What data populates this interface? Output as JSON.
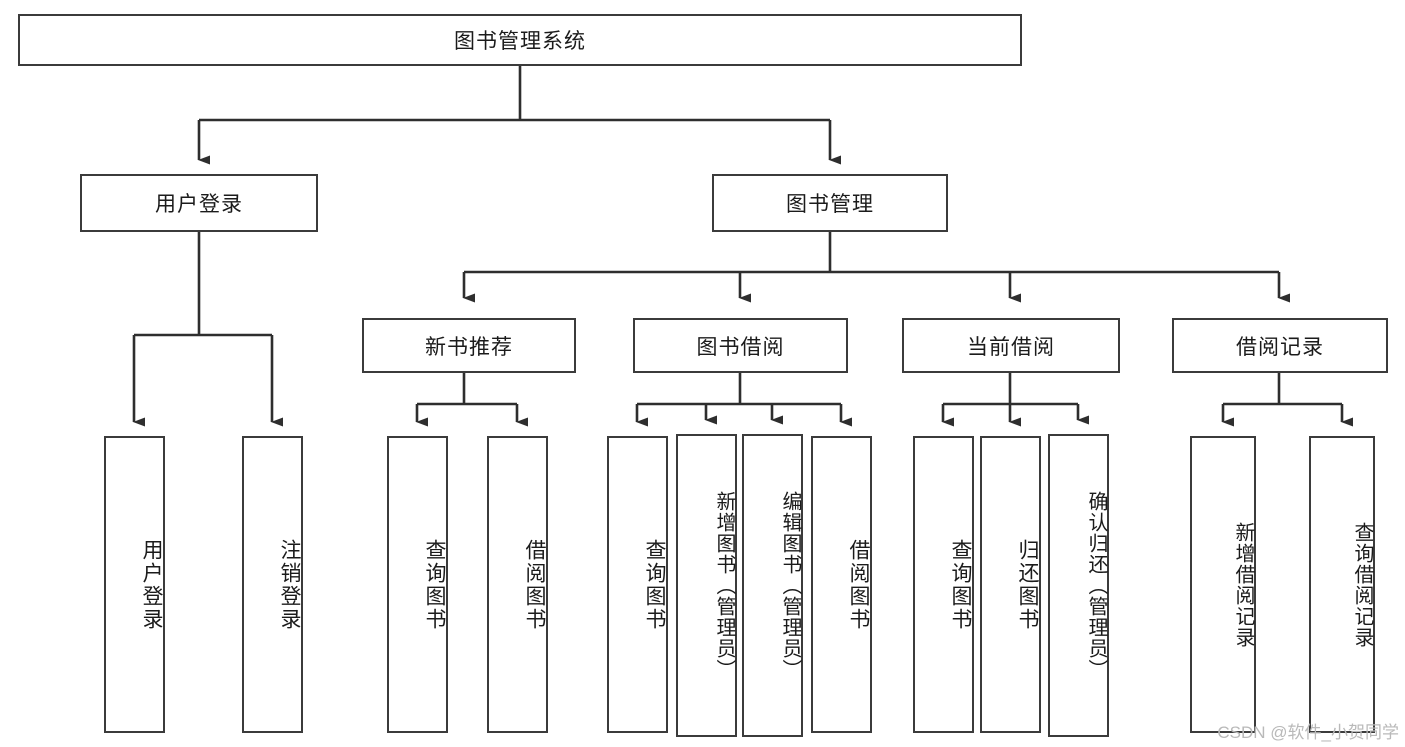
{
  "diagram": {
    "title": "图书管理系统",
    "type": "tree-hierarchy",
    "watermark": "CSDN @软件_小贺同学",
    "colors": {
      "box_border": "#3b3b3b",
      "box_fill": "#ffffff",
      "edge": "#2e2e2e",
      "text": "#1b1b1b",
      "watermark": "#b9b9b9",
      "background": "#ffffff"
    },
    "nodes": {
      "root": {
        "label": "图书管理系统"
      },
      "level2": [
        {
          "id": "user-login",
          "label": "用户登录"
        },
        {
          "id": "book-management",
          "label": "图书管理"
        }
      ],
      "level3": [
        {
          "id": "new-book-recommend",
          "label": "新书推荐"
        },
        {
          "id": "book-borrow",
          "label": "图书借阅"
        },
        {
          "id": "current-borrow",
          "label": "当前借阅"
        },
        {
          "id": "borrow-record",
          "label": "借阅记录"
        }
      ],
      "leaves": {
        "user_login": [
          {
            "id": "leaf-user-login",
            "label": "用户登录"
          },
          {
            "id": "leaf-logout-login",
            "label": "注销登录"
          }
        ],
        "new_book_recommend": [
          {
            "id": "leaf-query-book-1",
            "label": "查询图书"
          },
          {
            "id": "leaf-borrow-book-1",
            "label": "借阅图书"
          }
        ],
        "book_borrow": [
          {
            "id": "leaf-query-book-2",
            "label": "查询图书"
          },
          {
            "id": "leaf-add-book-admin",
            "label": "新增图书（管理员）"
          },
          {
            "id": "leaf-edit-book-admin",
            "label": "编辑图书（管理员）"
          },
          {
            "id": "leaf-borrow-book-2",
            "label": "借阅图书"
          }
        ],
        "current_borrow": [
          {
            "id": "leaf-query-book-3",
            "label": "查询图书"
          },
          {
            "id": "leaf-return-book",
            "label": "归还图书"
          },
          {
            "id": "leaf-confirm-return-admin",
            "label": "确认归还（管理员）"
          }
        ],
        "borrow_record": [
          {
            "id": "leaf-add-borrow-record",
            "label": "新增借阅记录"
          },
          {
            "id": "leaf-query-borrow-record",
            "label": "查询借阅记录"
          }
        ]
      }
    }
  }
}
